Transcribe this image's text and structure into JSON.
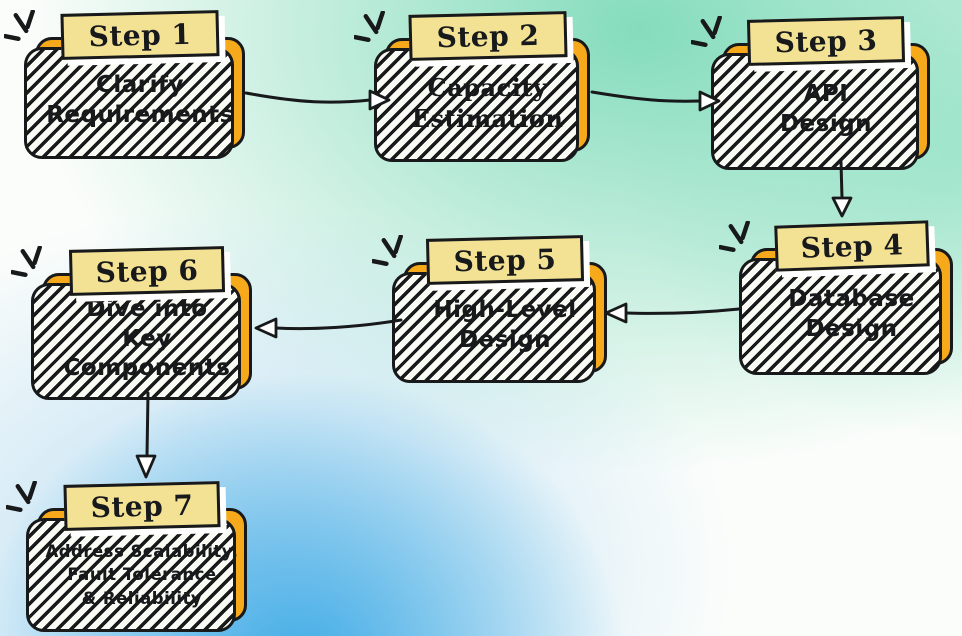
{
  "palette": {
    "ink": "#17191B",
    "box-fill": "#F6A91B",
    "tab-fill": "#F3E194",
    "bg-green": "#84DCBD",
    "bg-blue": "#41ACE6"
  },
  "steps": [
    {
      "id": "step-1",
      "title": "Step 1",
      "text": "Clarify\nRequirements"
    },
    {
      "id": "step-2",
      "title": "Step 2",
      "text": "Capacity\nEstimation"
    },
    {
      "id": "step-3",
      "title": "Step 3",
      "text": "API\nDesign"
    },
    {
      "id": "step-4",
      "title": "Step 4",
      "text": "Database\nDesign"
    },
    {
      "id": "step-5",
      "title": "Step 5",
      "text": "High-Level\nDesign"
    },
    {
      "id": "step-6",
      "title": "Step 6",
      "text": "Dive into\nKey Components"
    },
    {
      "id": "step-7",
      "title": "Step 7",
      "text": "Address Scalability,\nFault Tolerance\n& Reliability"
    }
  ],
  "connections": [
    {
      "from": "Step 1",
      "to": "Step 2"
    },
    {
      "from": "Step 2",
      "to": "Step 3"
    },
    {
      "from": "Step 3",
      "to": "Step 4"
    },
    {
      "from": "Step 4",
      "to": "Step 5"
    },
    {
      "from": "Step 5",
      "to": "Step 6"
    },
    {
      "from": "Step 6",
      "to": "Step 7"
    }
  ]
}
